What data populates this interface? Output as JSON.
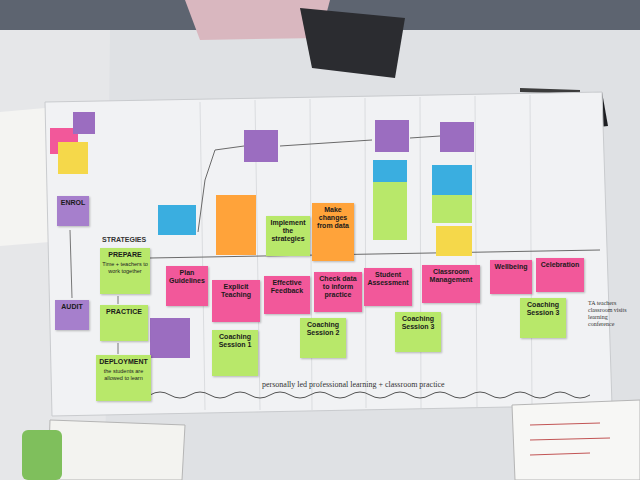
{
  "diagram": {
    "nodes": [
      {
        "text": [
          "ENROL"
        ]
      },
      {
        "text": [
          "AUDIT"
        ]
      },
      {
        "text": [
          "PREPARE",
          "Time + teachers to work together"
        ]
      },
      {
        "text": [
          "PRACTICE"
        ]
      },
      {
        "text": [
          "DEPLOYMENT",
          "the students are allowed to learn"
        ]
      },
      {
        "text": [
          "Plan Guidelines"
        ]
      },
      {
        "text": [
          "Explicit Teaching"
        ]
      },
      {
        "text": [
          "Implement the strategies"
        ]
      },
      {
        "text": [
          "Make changes from data"
        ]
      },
      {
        "text": [
          "Effective Feedback"
        ]
      },
      {
        "text": [
          "Check data to inform practice"
        ]
      },
      {
        "text": [
          "Student Assessment"
        ]
      },
      {
        "text": [
          "Classroom Management"
        ]
      },
      {
        "text": [
          "Wellbeing"
        ]
      },
      {
        "text": [
          "Celebration"
        ]
      },
      {
        "text": [
          "Coaching Session 1"
        ]
      },
      {
        "text": [
          "Coaching Session 2"
        ]
      },
      {
        "text": [
          "Coaching Session 3"
        ]
      },
      {
        "text": [
          "Coaching Session 3"
        ]
      }
    ],
    "labels": [
      "STRATEGIES",
      "personally led professional learning + classroom practice",
      "TA teachers classroom visits learning conference"
    ]
  }
}
